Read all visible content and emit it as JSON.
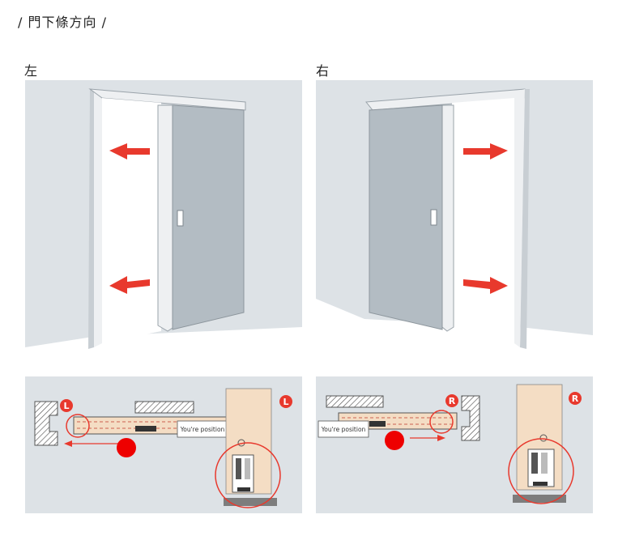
{
  "page": {
    "title": "/ 門下條方向 /"
  },
  "left": {
    "heading": "左",
    "badge": "L",
    "position_tag": "You're position"
  },
  "right": {
    "heading": "右",
    "badge": "R",
    "position_tag": "You're position"
  },
  "colors": {
    "wall": "#dde2e6",
    "door": "#b3bcc3",
    "arrow": "#e8392d",
    "wood": "#f4ddc4",
    "floor": "#ffffff"
  }
}
